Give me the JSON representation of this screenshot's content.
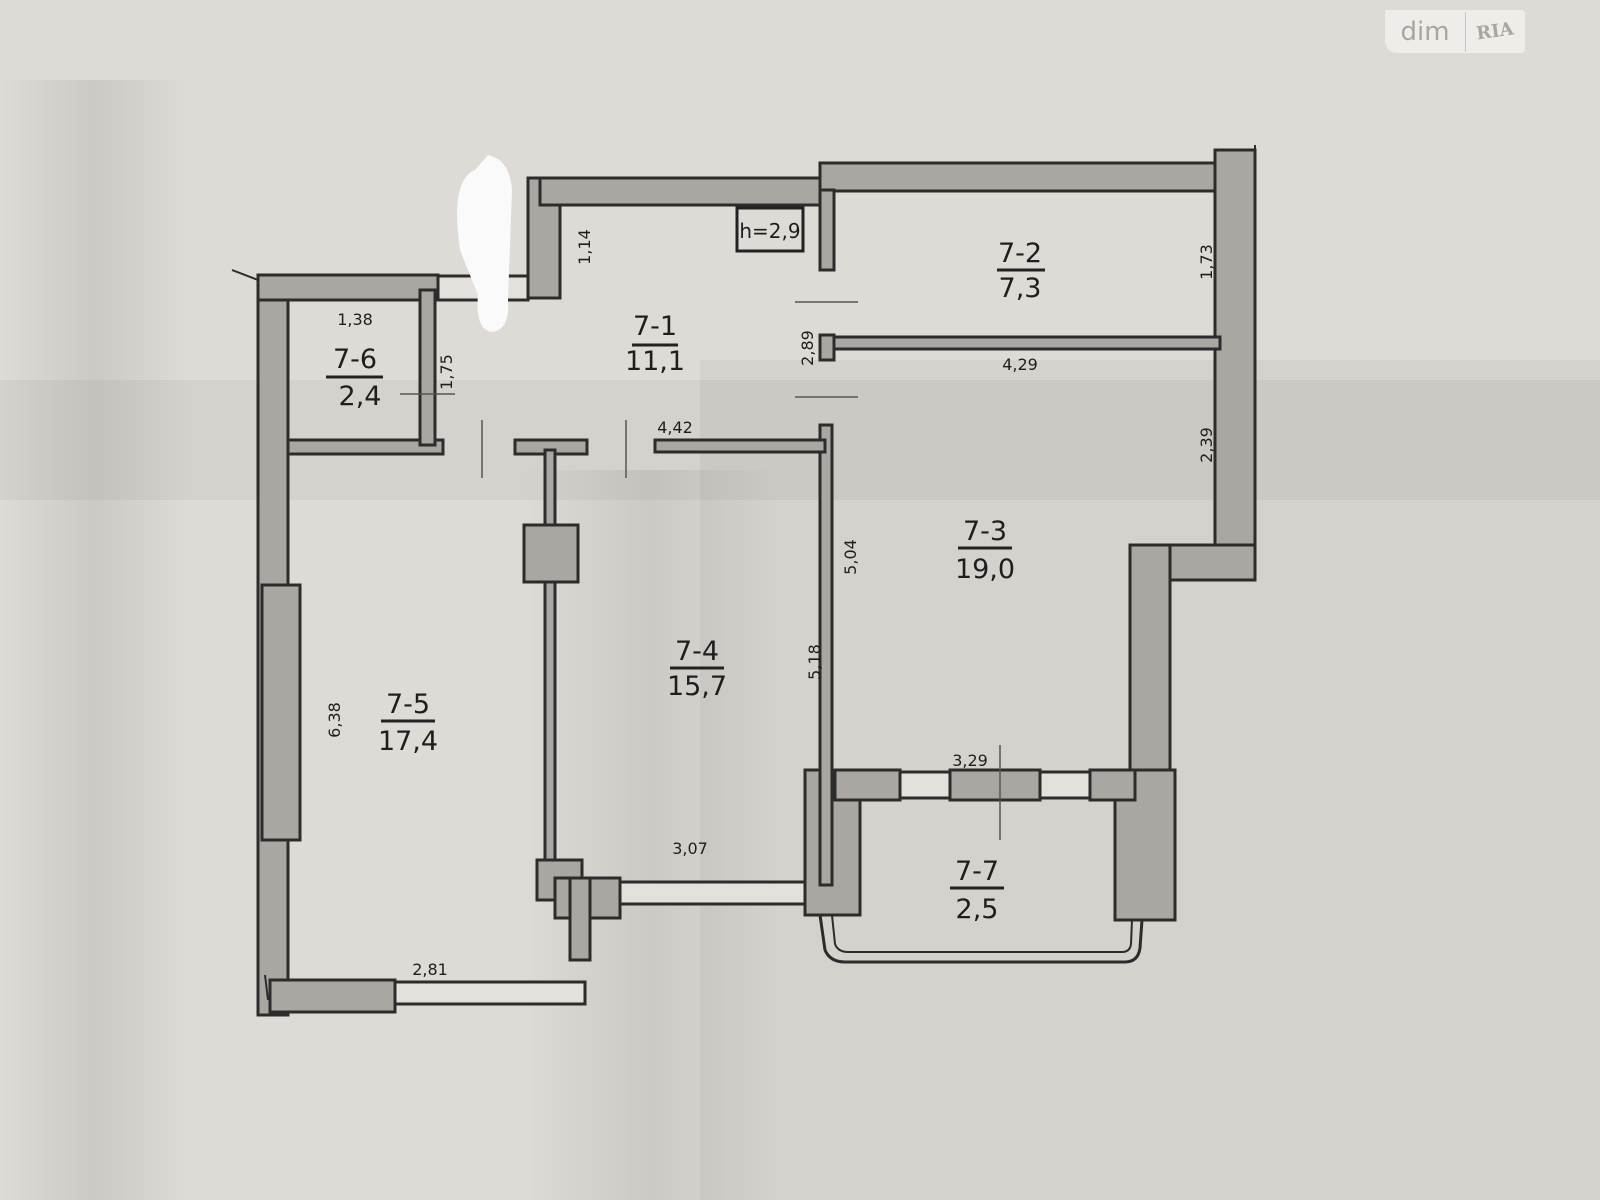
{
  "watermark": {
    "brand_left": "dim",
    "brand_right": "RIA"
  },
  "ceiling_height": "h=2,9",
  "rooms": [
    {
      "id": "7-1",
      "area": "11,1"
    },
    {
      "id": "7-2",
      "area": "7,3"
    },
    {
      "id": "7-3",
      "area": "19,0"
    },
    {
      "id": "7-4",
      "area": "15,7"
    },
    {
      "id": "7-5",
      "area": "17,4"
    },
    {
      "id": "7-6",
      "area": "2,4"
    },
    {
      "id": "7-7",
      "area": "2,5"
    }
  ],
  "dimensions": {
    "d_114": "1,14",
    "d_138": "1,38",
    "d_175": "1,75",
    "d_289": "2,89",
    "d_442": "4,42",
    "d_173": "1,73",
    "d_429": "4,29",
    "d_239": "2,39",
    "d_504": "5,04",
    "d_518": "5,18",
    "d_638": "6,38",
    "d_307": "3,07",
    "d_329": "3,29",
    "d_281": "2,81"
  },
  "colors": {
    "paper": "#dedbd6",
    "wall": "#aaa7a2",
    "line": "#2c2c2c"
  }
}
